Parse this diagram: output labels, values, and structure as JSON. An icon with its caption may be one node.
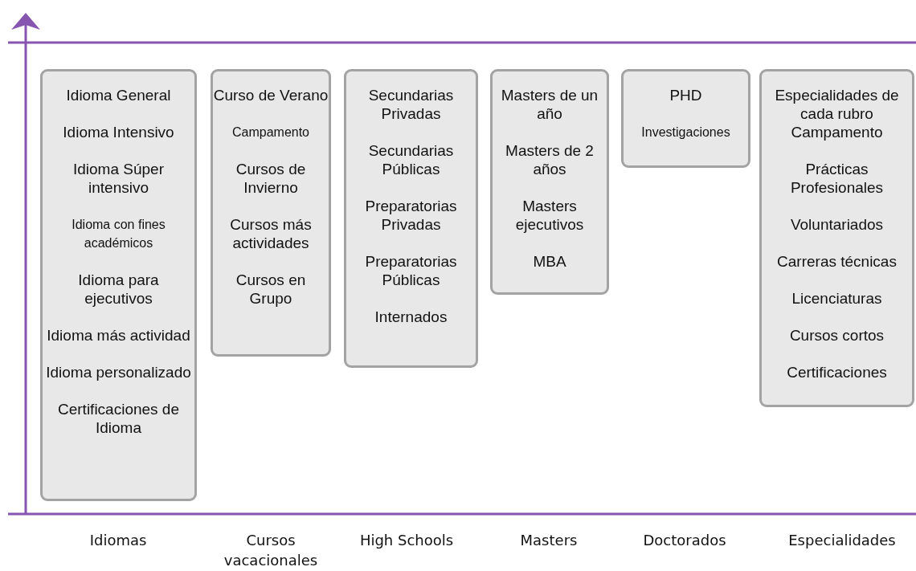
{
  "diagram": {
    "nodes": [
      {
        "text": [
          "Idioma General",
          "Idioma Intensivo",
          "Idioma Súper intensivo",
          "Idioma con fines académicos",
          "Idioma para ejecutivos",
          "Idioma más actividad",
          "Idioma personalizado",
          "Certificaciones de Idioma"
        ]
      },
      {
        "text": [
          "Curso de Verano",
          "Campamento",
          "Cursos de Invierno",
          "Cursos más actividades",
          "Cursos en Grupo"
        ]
      },
      {
        "text": [
          "Secundarias Privadas",
          "Secundarias Públicas",
          "Preparatorias Privadas",
          "Preparatorias Públicas",
          "Internados"
        ]
      },
      {
        "text": [
          "Masters de un año",
          "Masters de 2 años",
          "Masters ejecutivos",
          "MBA"
        ]
      },
      {
        "text": [
          "PHD",
          "Investigaciones"
        ]
      },
      {
        "text": [
          "Especialidades de cada rubro Campamento",
          "Prácticas Profesionales",
          "Voluntariados",
          "Carreras técnicas",
          "Licenciaturas",
          "Cursos cortos",
          "Certificaciones"
        ]
      }
    ],
    "labels": [
      "Idiomas",
      "Cursos vacacionales",
      "High Schools",
      "Masters",
      "Doctorados",
      "Especialidades"
    ]
  }
}
